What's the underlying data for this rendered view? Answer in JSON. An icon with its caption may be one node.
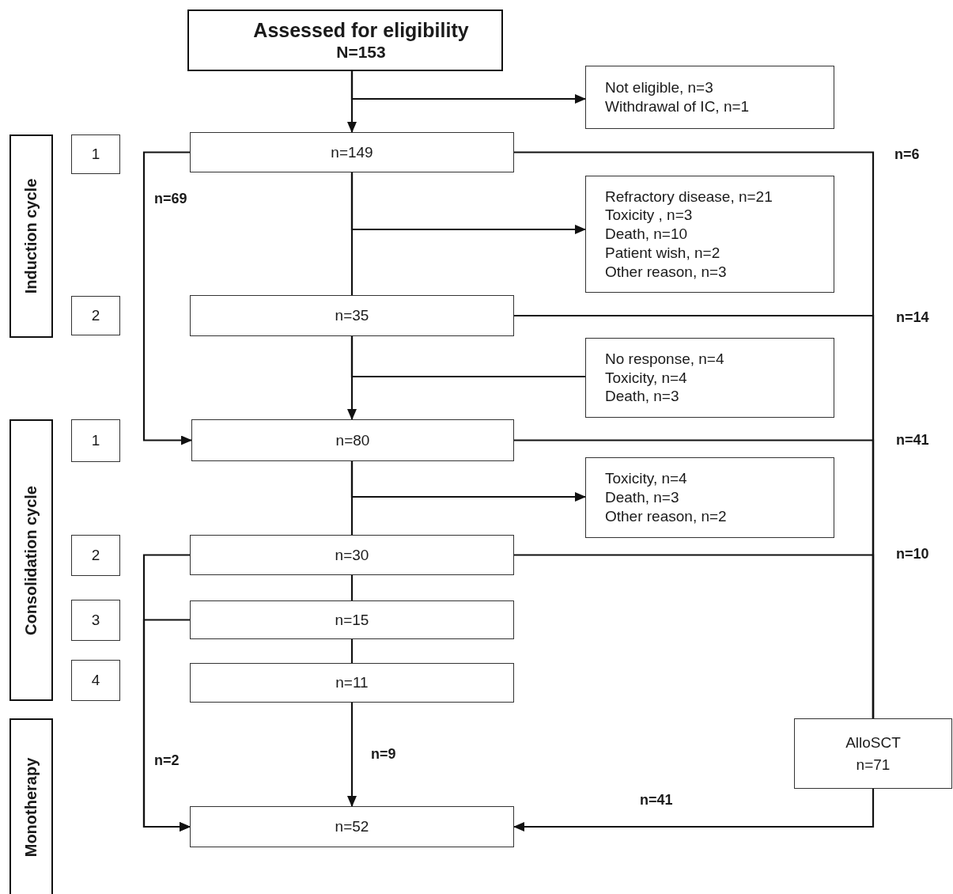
{
  "diagram": {
    "nodes": [
      {
        "text": [
          "Assessed for eligibility",
          "N=153"
        ]
      },
      {
        "text": [
          "Not eligible, n=3",
          "Withdrawal of IC, n=1"
        ]
      },
      {
        "text": [
          "n=149"
        ]
      },
      {
        "text": [
          "Refractory disease, n=21",
          "Toxicity , n=3",
          "Death, n=10",
          "Patient wish, n=2",
          "Other reason, n=3"
        ]
      },
      {
        "text": [
          "n=35"
        ]
      },
      {
        "text": [
          "No response, n=4",
          "Toxicity, n=4",
          "Death, n=3"
        ]
      },
      {
        "text": [
          "n=80"
        ]
      },
      {
        "text": [
          "Toxicity, n=4",
          "Death, n=3",
          "Other reason, n=2"
        ]
      },
      {
        "text": [
          "n=30"
        ]
      },
      {
        "text": [
          "n=15"
        ]
      },
      {
        "text": [
          "n=11"
        ]
      },
      {
        "text": [
          "AlloSCT",
          "n=71"
        ]
      },
      {
        "text": [
          "n=52"
        ]
      },
      {
        "text": [
          "Induction cycle"
        ]
      },
      {
        "text": [
          "1"
        ]
      },
      {
        "text": [
          "2"
        ]
      },
      {
        "text": [
          "Consolidation cycle"
        ]
      },
      {
        "text": [
          "1"
        ]
      },
      {
        "text": [
          "2"
        ]
      },
      {
        "text": [
          "3"
        ]
      },
      {
        "text": [
          "4"
        ]
      },
      {
        "text": [
          "Monotherapy"
        ]
      }
    ],
    "edges": [
      {
        "from": 0,
        "to": 2,
        "arrow": "to"
      },
      {
        "from": 0,
        "to": 1,
        "arrow": "to"
      },
      {
        "from": 2,
        "to": 4,
        "arrow": "none"
      },
      {
        "from": 2,
        "to": 3,
        "arrow": "to"
      },
      {
        "from": 2,
        "to": 6,
        "arrow": "to",
        "label": "n=69"
      },
      {
        "from": 2,
        "to": 11,
        "arrow": "none",
        "label": "n=6"
      },
      {
        "from": 4,
        "to": 6,
        "arrow": "to"
      },
      {
        "from": 4,
        "to": 5,
        "arrow": "none"
      },
      {
        "from": 4,
        "to": 11,
        "arrow": "none",
        "label": "n=14"
      },
      {
        "from": 6,
        "to": 8,
        "arrow": "none"
      },
      {
        "from": 6,
        "to": 7,
        "arrow": "to"
      },
      {
        "from": 6,
        "to": 11,
        "arrow": "none",
        "label": "n=41"
      },
      {
        "from": 8,
        "to": 9,
        "arrow": "none"
      },
      {
        "from": 8,
        "to": 11,
        "arrow": "none",
        "label": "n=10"
      },
      {
        "from": 9,
        "to": 10,
        "arrow": "none"
      },
      {
        "from": 8,
        "to": 12,
        "arrow": "to",
        "label": "n=2"
      },
      {
        "from": 9,
        "to": 12,
        "arrow": "to"
      },
      {
        "from": 10,
        "to": 12,
        "arrow": "to",
        "label": "n=9"
      },
      {
        "from": 11,
        "to": 12,
        "arrow": "to",
        "label": "n=41"
      }
    ]
  }
}
